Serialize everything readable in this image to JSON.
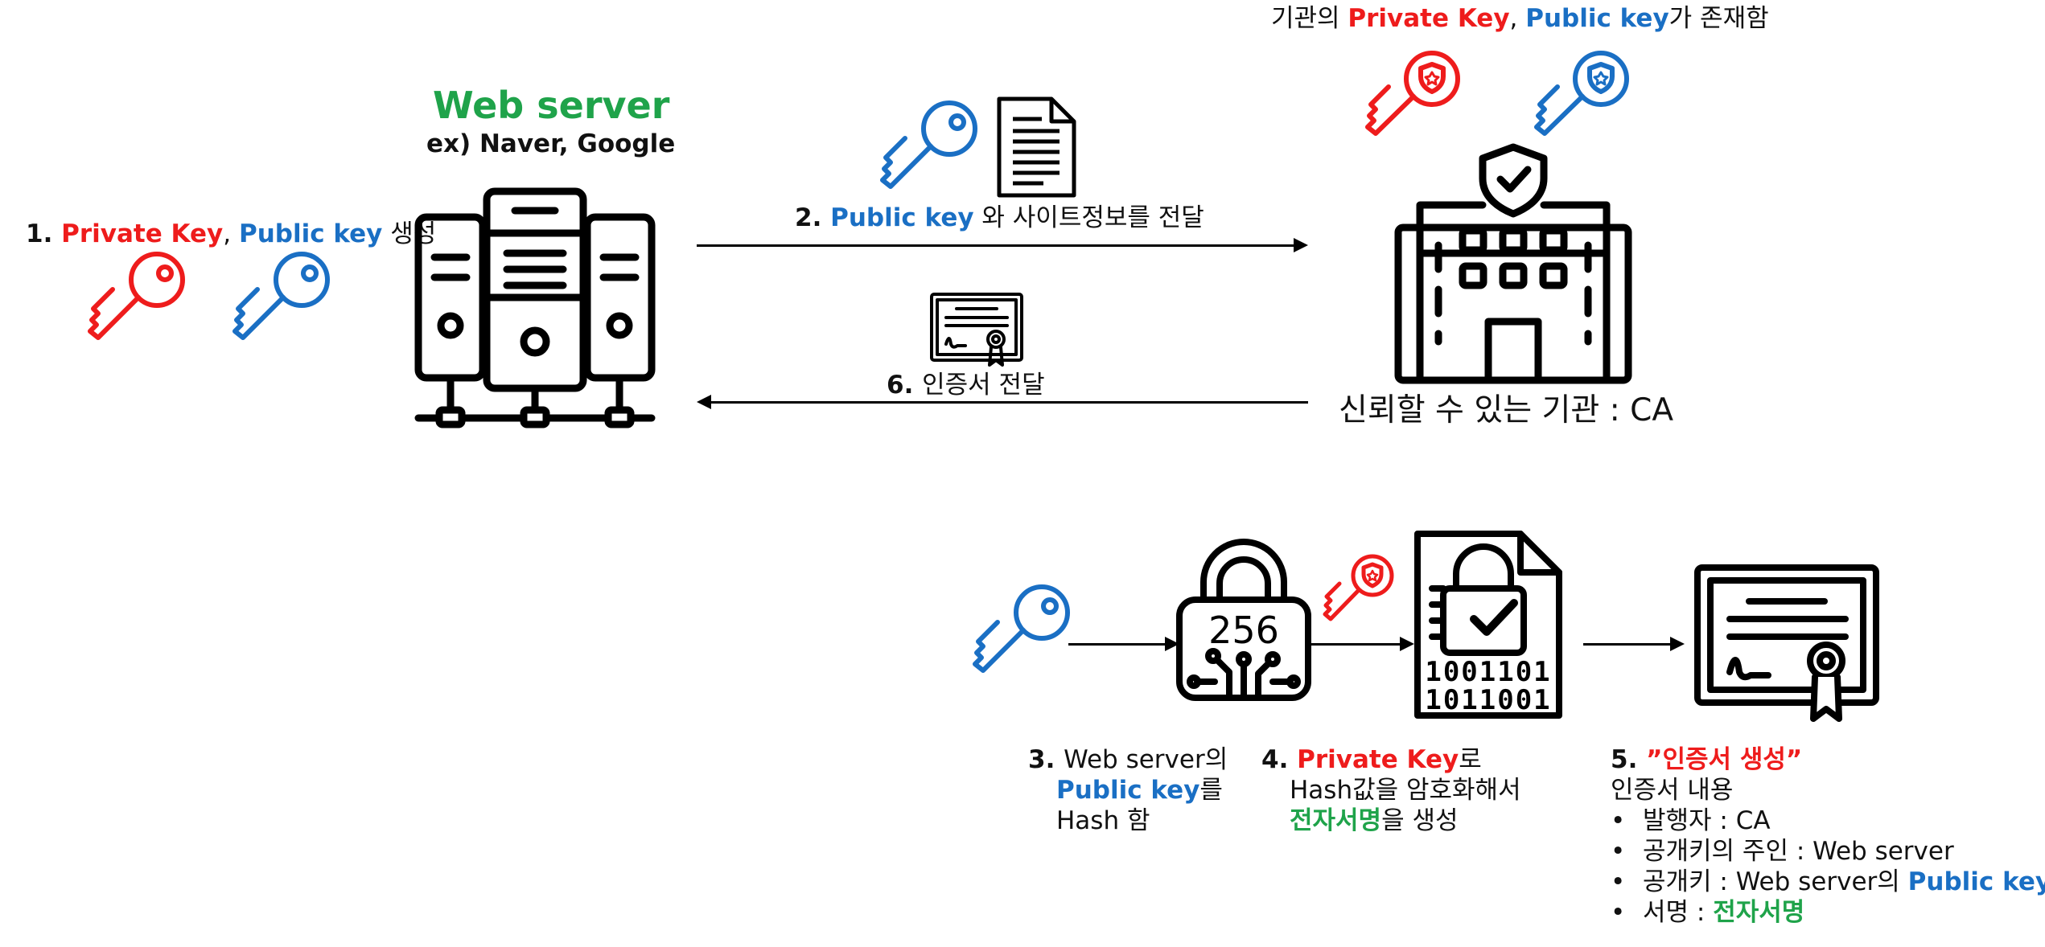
{
  "colors": {
    "red": "#ee1c1c",
    "blue": "#1a6fc4",
    "green": "#1fa34a",
    "black": "#000000"
  },
  "ca_header": {
    "prefix": "기관의 ",
    "private": "Private Key",
    "sep": ", ",
    "public": "Public key",
    "suffix": "가 존재함"
  },
  "web_server": {
    "title": "Web server",
    "subtitle": "ex) Naver, Google"
  },
  "step1": {
    "num": "1. ",
    "private": "Private Key",
    "sep": ", ",
    "public": "Public key",
    "suffix": " 생성"
  },
  "step2": {
    "num": "2. ",
    "public": "Public key",
    "suffix": " 와 사이트정보를 전달"
  },
  "step6": {
    "num": "6. ",
    "text": "인증서 전달"
  },
  "ca_label": "신뢰할 수 있는 기관 : CA",
  "hash_icon_text": "256",
  "binary_rows": [
    "1001101",
    "1011001"
  ],
  "step3": {
    "num": "3. ",
    "line1": "Web server의",
    "public": "Public key",
    "line2_suffix": "를",
    "line3": "Hash 함"
  },
  "step4": {
    "num": "4. ",
    "private": "Private Key",
    "line1_suffix": "로",
    "line2": "Hash값을 암호화해서",
    "sig": "전자서명",
    "line3_suffix": "을 생성"
  },
  "step5": {
    "num": "5. ",
    "title": "”인증서 생성”",
    "subtitle": "인증서 내용",
    "bullet_char": "•",
    "b1": "발행자 : CA",
    "b2": "공개키의 주인 : Web server",
    "b3_prefix": "공개키 : Web server의 ",
    "b3_public": "Public key",
    "b4_prefix": "서명 : ",
    "b4_sig": "전자서명"
  },
  "icons": [
    "red-key-icon",
    "blue-key-icon",
    "server-icon",
    "document-icon",
    "building-icon",
    "certificate-icon",
    "hash-lock-icon",
    "encrypted-file-icon",
    "shield-key-icon"
  ]
}
